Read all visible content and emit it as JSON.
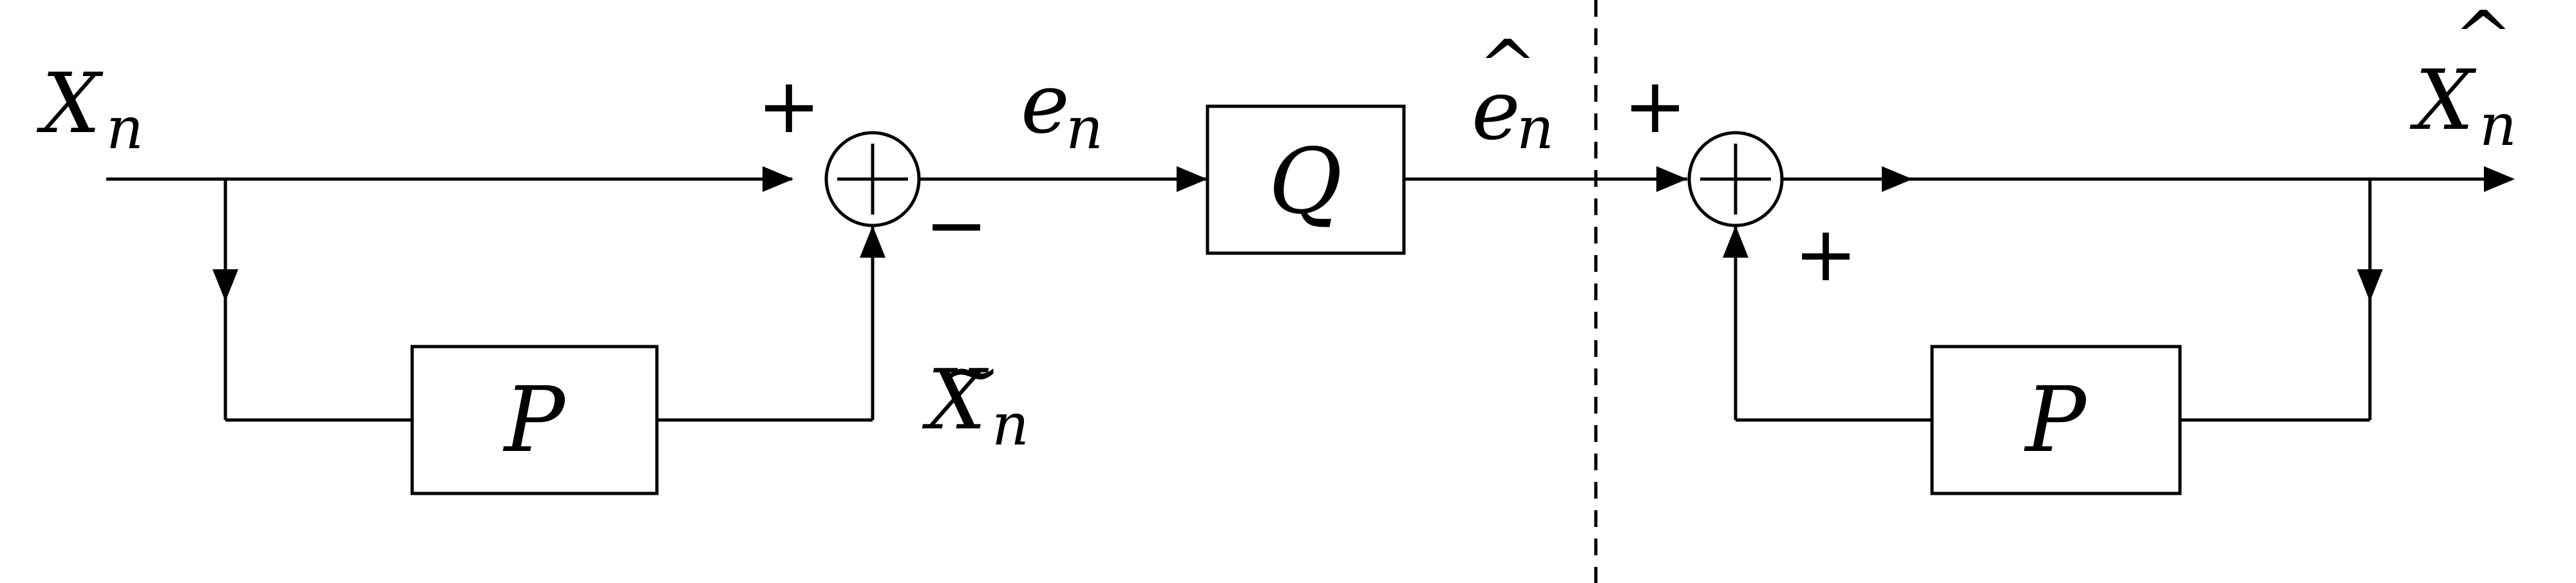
{
  "signals": {
    "input": {
      "symbol": "X",
      "subscript": "n"
    },
    "error": {
      "symbol": "e",
      "subscript": "n"
    },
    "quantized_error": {
      "symbol": "e",
      "subscript": "n",
      "accent": "^"
    },
    "prediction": {
      "symbol": "X",
      "subscript": "n",
      "accent": "~"
    },
    "output": {
      "symbol": "X",
      "subscript": "n",
      "accent": "^"
    }
  },
  "blocks": {
    "quantizer": "Q",
    "predictor_encoder": "P",
    "predictor_decoder": "P"
  },
  "signs": {
    "encoder_sum_top": "+",
    "encoder_sum_bottom": "−",
    "decoder_sum_top": "+",
    "decoder_sum_bottom": "+"
  }
}
